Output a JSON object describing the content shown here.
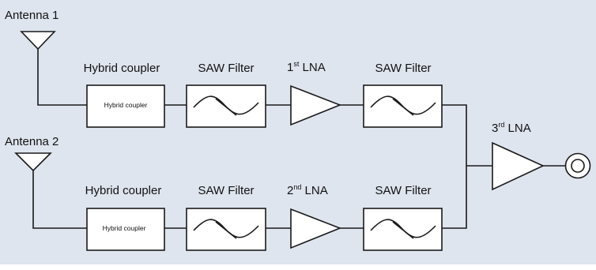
{
  "colors": {
    "background": "#dfe5ee",
    "line": "#1a1a1a",
    "block_fill": "#ffffff"
  },
  "antennas": [
    {
      "label": "Antenna 1"
    },
    {
      "label": "Antenna 2"
    }
  ],
  "chains": [
    {
      "hybrid_title": "Hybrid coupler",
      "hybrid_inner": "Hybrid coupler",
      "filter1_title": "SAW Filter",
      "lna_title": {
        "base": "1",
        "sup": "st",
        "rest": " LNA"
      },
      "filter2_title": "SAW Filter"
    },
    {
      "hybrid_title": "Hybrid coupler",
      "hybrid_inner": "Hybrid coupler",
      "filter1_title": "SAW Filter",
      "lna_title": {
        "base": "2",
        "sup": "nd",
        "rest": " LNA"
      },
      "filter2_title": "SAW Filter"
    }
  ],
  "final_lna": {
    "base": "3",
    "sup": "rd",
    "rest": " LNA"
  },
  "icons": [
    "antenna-icon",
    "saw-filter-icon",
    "amplifier-icon",
    "output-port-icon"
  ]
}
